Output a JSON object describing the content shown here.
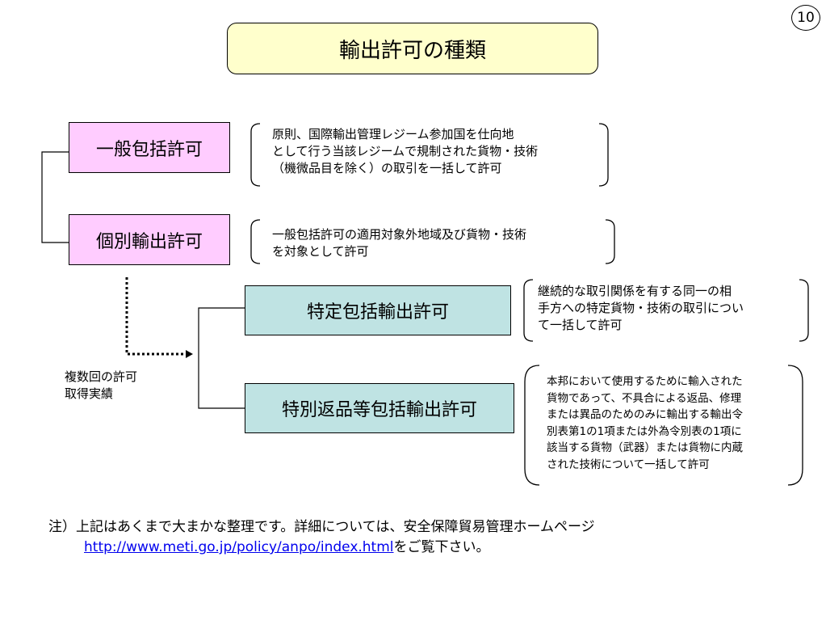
{
  "page_number": "10",
  "title": "輸出許可の種類",
  "boxes": {
    "general": "一般包括許可",
    "individual": "個別輸出許可",
    "specific": "特定包括輸出許可",
    "special_return": "特別返品等包括輸出許可"
  },
  "descriptions": {
    "general": [
      "原則、国際輸出管理レジーム参加国を仕向地",
      "として行う当該レジームで規制された貨物・技術",
      "（機微品目を除く）の取引を一括して許可"
    ],
    "individual": [
      "一般包括許可の適用対象外地域及び貨物・技術",
      "を対象として許可"
    ],
    "specific": [
      "継続的な取引関係を有する同一の相",
      "手方への特定貨物・技術の取引につい",
      "て一括して許可"
    ],
    "special_return": [
      "本邦において使用するために輸入された",
      "貨物であって、不具合による返品、修理",
      "または異品のためのみに輸出する輸出令",
      "別表第1の1項または外為令別表の1項に",
      "該当する貨物（武器）または貨物に内蔵",
      "された技術について一括して許可"
    ]
  },
  "side_label": [
    "複数回の許可",
    "取得実績"
  ],
  "note": {
    "line1": "注）上記はあくまで大まかな整理です。詳細については、安全保障貿易管理ホームページ",
    "link": "http://www.meti.go.jp/policy/anpo/index.html",
    "line2_suffix": "をご覧下さい。"
  }
}
